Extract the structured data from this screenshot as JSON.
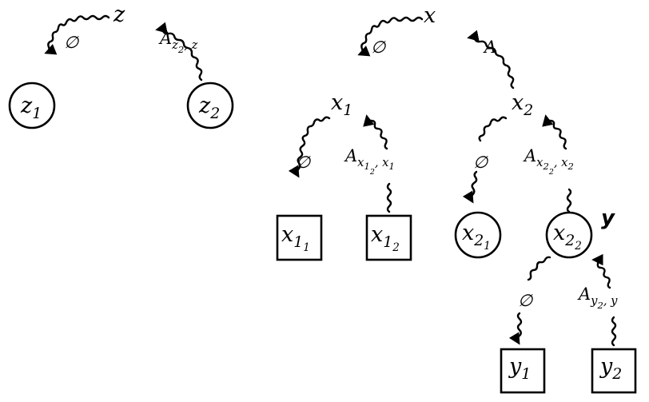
{
  "nodes": {
    "z": {
      "label": "z"
    },
    "z1": {
      "label": "z",
      "sub": "1"
    },
    "z2": {
      "label": "z",
      "sub": "2"
    },
    "x": {
      "label": "x"
    },
    "x1": {
      "label": "x",
      "sub": "1"
    },
    "x2": {
      "label": "x",
      "sub": "2"
    },
    "x11": {
      "label": "x",
      "sub": "1",
      "subsub": "1"
    },
    "x12": {
      "label": "x",
      "sub": "1",
      "subsub": "2"
    },
    "x21": {
      "label": "x",
      "sub": "2",
      "subsub": "1"
    },
    "x22": {
      "label": "x",
      "sub": "2",
      "subsub": "2"
    },
    "y1": {
      "label": "y",
      "sub": "1"
    },
    "y2": {
      "label": "y",
      "sub": "2"
    },
    "y_tag": {
      "label": "y"
    }
  },
  "edges": {
    "empty_symbol": "∅",
    "z_z2": {
      "base": "A",
      "sub": "z",
      "subsub": "2",
      "tail": ", z"
    },
    "x_x2": {
      "base": "A"
    },
    "x1_x12": {
      "base": "A",
      "sub": "x",
      "subsub": "1",
      "subsub2": "2",
      "tail": ", x",
      "tailsub": "1"
    },
    "x2_x22": {
      "base": "A",
      "sub": "x",
      "subsub": "2",
      "subsub2": "2",
      "tail": ", x",
      "tailsub": "2"
    },
    "x22_y2": {
      "base": "A",
      "sub": "y",
      "subsub": "2",
      "tail": ", y"
    }
  }
}
